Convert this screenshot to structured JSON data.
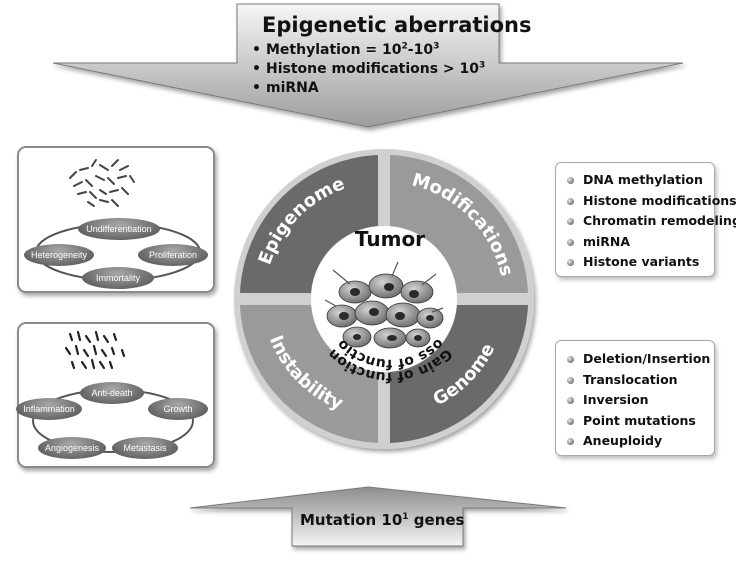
{
  "top": {
    "title": "Epigenetic aberrations",
    "items": [
      {
        "text": "Methylation = 10",
        "sup1": "2",
        "mid": "-10",
        "sup2": "3"
      },
      {
        "text": "Histone modifications > 10",
        "sup1": "3"
      },
      {
        "text": "miRNA"
      }
    ]
  },
  "bottom": {
    "text": "Mutation 10",
    "sup": "1",
    "suffix": " genes"
  },
  "center": {
    "title": "Tumor",
    "arc_labels": {
      "epigenome": "Epigenome",
      "modifications": "Modifications",
      "instability": "Instability",
      "genome": "Genome",
      "gain": "Gain of function",
      "loss": "Loss of function"
    }
  },
  "left_top": {
    "nodes": [
      "Undifferentiation",
      "Heterogeneity",
      "Proliferation",
      "Immortality"
    ]
  },
  "left_bottom": {
    "nodes": [
      "Anti-death",
      "Inflammation",
      "Growth",
      "Angiogenesis",
      "Metastasis"
    ]
  },
  "right_top": {
    "items": [
      "DNA methylation",
      "Histone modifications",
      "Chromatin remodeling",
      "miRNA",
      "Histone variants"
    ]
  },
  "right_bottom": {
    "items": [
      "Deletion/Insertion",
      "Translocation",
      "Inversion",
      "Point mutations",
      "Aneuploidy"
    ]
  },
  "colors": {
    "dark_segment": "#6b6b6b",
    "light_segment": "#9a9a9a",
    "arrow_fill": "#c9c9c9"
  }
}
